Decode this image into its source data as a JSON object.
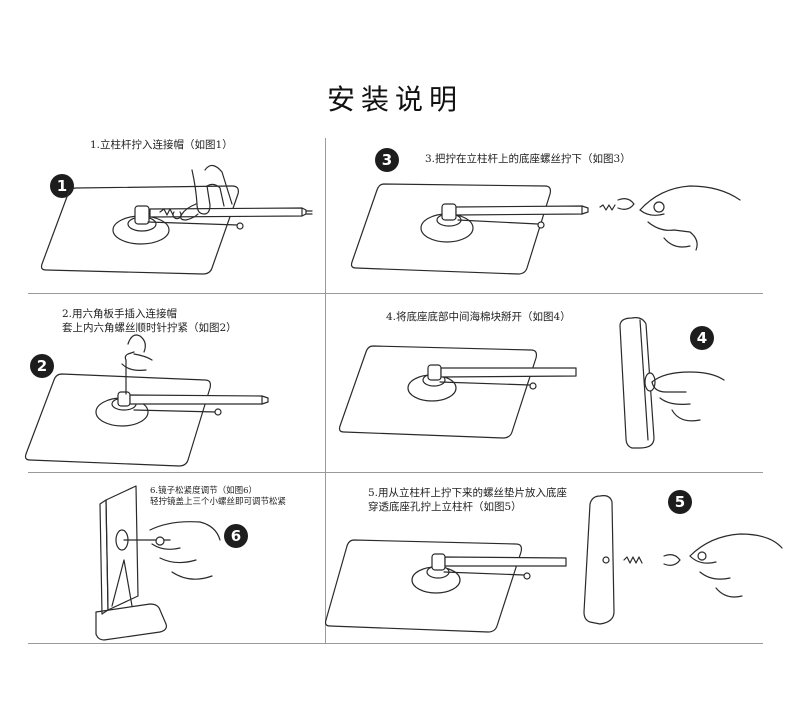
{
  "title": "安装说明",
  "steps": [
    {
      "badge": "1",
      "lines": [
        "1.立柱杆拧入连接帽（如图1）"
      ]
    },
    {
      "badge": "2",
      "lines": [
        "2.用六角板手插入连接帽",
        "套上内六角螺丝顺时针拧紧（如图2）"
      ]
    },
    {
      "badge": "3",
      "lines": [
        "3.把拧在立柱杆上的底座螺丝拧下（如图3）"
      ]
    },
    {
      "badge": "4",
      "lines": [
        "4.将底座底部中间海棉块掰开（如图4）"
      ]
    },
    {
      "badge": "5",
      "lines": [
        "5.用从立柱杆上拧下来的螺丝垫片放入底座",
        "穿透底座孔拧上立柱杆（如图5）"
      ]
    },
    {
      "badge": "6",
      "lines": [
        "6.镜子松紧度调节（如图6）",
        "轻拧镜盖上三个小螺丝即可调节松紧"
      ]
    }
  ],
  "icons": {
    "hand": "hand-icon",
    "base_plate": "base-plate-icon",
    "pole": "pole-icon",
    "screw": "screw-icon",
    "hex_key": "hex-key-icon",
    "mirror": "mirror-icon"
  }
}
